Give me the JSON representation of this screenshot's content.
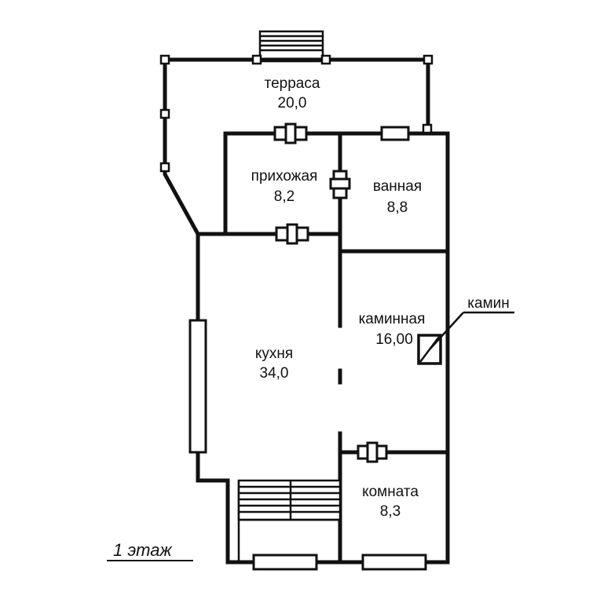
{
  "rooms": {
    "terrace": {
      "name": "терраса",
      "area": "20,0"
    },
    "hallway": {
      "name": "прихожая",
      "area": "8,2"
    },
    "bathroom": {
      "name": "ванная",
      "area": "8,8"
    },
    "fireplace_room": {
      "name": "каминная",
      "area": "16,00"
    },
    "kitchen": {
      "name": "кухня",
      "area": "34,0"
    },
    "room": {
      "name": "комната",
      "area": "8,3"
    }
  },
  "callout": {
    "fireplace": "камин"
  },
  "floor_label": "1 этаж"
}
